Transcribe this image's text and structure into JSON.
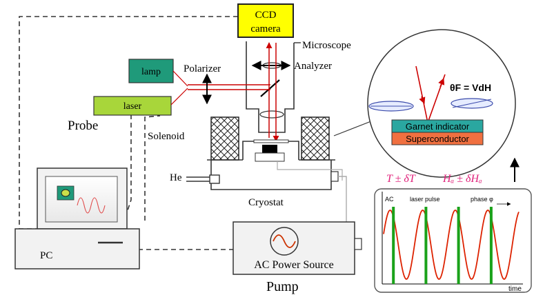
{
  "labels": {
    "ccd": [
      "CCD",
      "camera"
    ],
    "microscope": "Microscope",
    "analyzer": "Analyzer",
    "polarizer": "Polarizer",
    "lamp": "lamp",
    "laser": "laser",
    "probe": "Probe",
    "solenoid": "Solenoid",
    "he": "He",
    "cryostat": "Cryostat",
    "pc": "PC",
    "ac_power_source": "AC Power Source",
    "pump": "Pump",
    "faraday_formula": "θF = VdH",
    "garnet_indicator": "Garnet indicator",
    "superconductor": "Superconductor",
    "temperature": "T ± δT",
    "field": "Hₐ ± δHₐ"
  },
  "inset_plot": {
    "ac_label": "AC",
    "laser_pulse_label": "laser pulse",
    "phase_label": "phase φ",
    "xlabel": "time",
    "pulse_count": 4
  },
  "colors": {
    "ccd_fill": "#ffff00",
    "lamp_fill": "#1f9a7a",
    "laser_fill": "#a8d63a",
    "beam": "#cc0000",
    "garnet_fill": "#2aa7a0",
    "superconductor_fill": "#f07040",
    "sine_curve": "#dd2200",
    "laser_pulse": "#1aa21a",
    "formula_text": "#e0207a"
  }
}
